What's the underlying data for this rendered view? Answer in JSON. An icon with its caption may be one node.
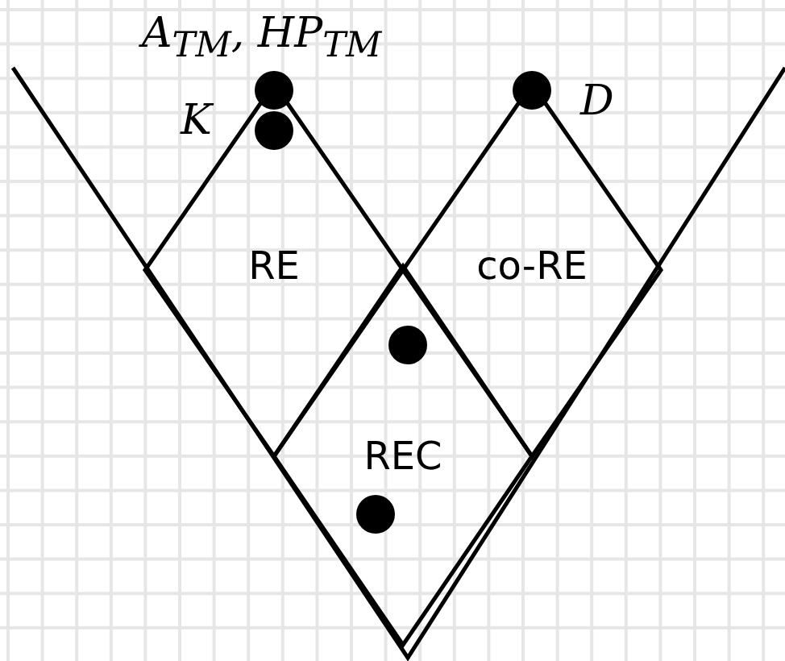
{
  "diagram": {
    "nodes": [
      {
        "text": [
          "RE"
        ]
      },
      {
        "text": [
          "co-RE"
        ]
      },
      {
        "text": [
          "REC"
        ]
      }
    ],
    "labels": [
      "A$_{TM}$, HP$_{TM}$",
      "K",
      "D"
    ]
  }
}
